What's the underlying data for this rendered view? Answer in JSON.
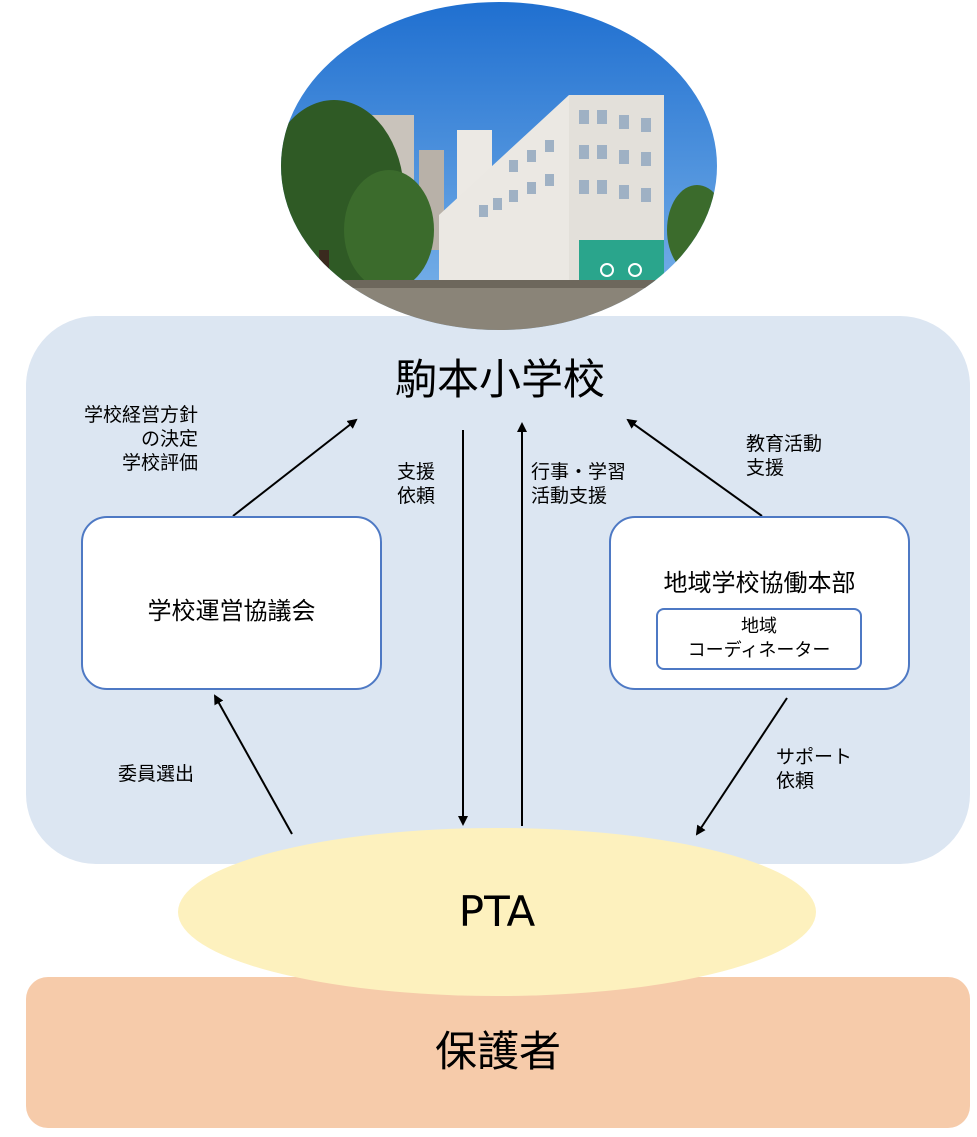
{
  "photo": {
    "icon": "school-building-photo",
    "sky": "#2f7dd6",
    "building": "#e8e6e2",
    "tree": "#2f5a25",
    "ground": "#8a8478"
  },
  "school": {
    "title": "駒本小学校"
  },
  "labels": {
    "policy": "学校経営方針\nの決定\n学校評価",
    "support_request": "支援\n依頼",
    "event_support": "行事・学習\n活動支援",
    "edu_support": "教育活動\n支援",
    "committee_selection": "委員選出",
    "support_request2": "サポート\n依頼"
  },
  "left_box": {
    "title": "学校運営協議会"
  },
  "right_box": {
    "title": "地域学校協働本部",
    "inner": "地域\nコーディネーター"
  },
  "pta": {
    "label": "PTA"
  },
  "guardians": {
    "label": "保護者"
  },
  "colors": {
    "region": "#dce6f2",
    "box_border": "#4e79c4",
    "pta": "#fdf1be",
    "guardians": "#f6cbaa"
  }
}
